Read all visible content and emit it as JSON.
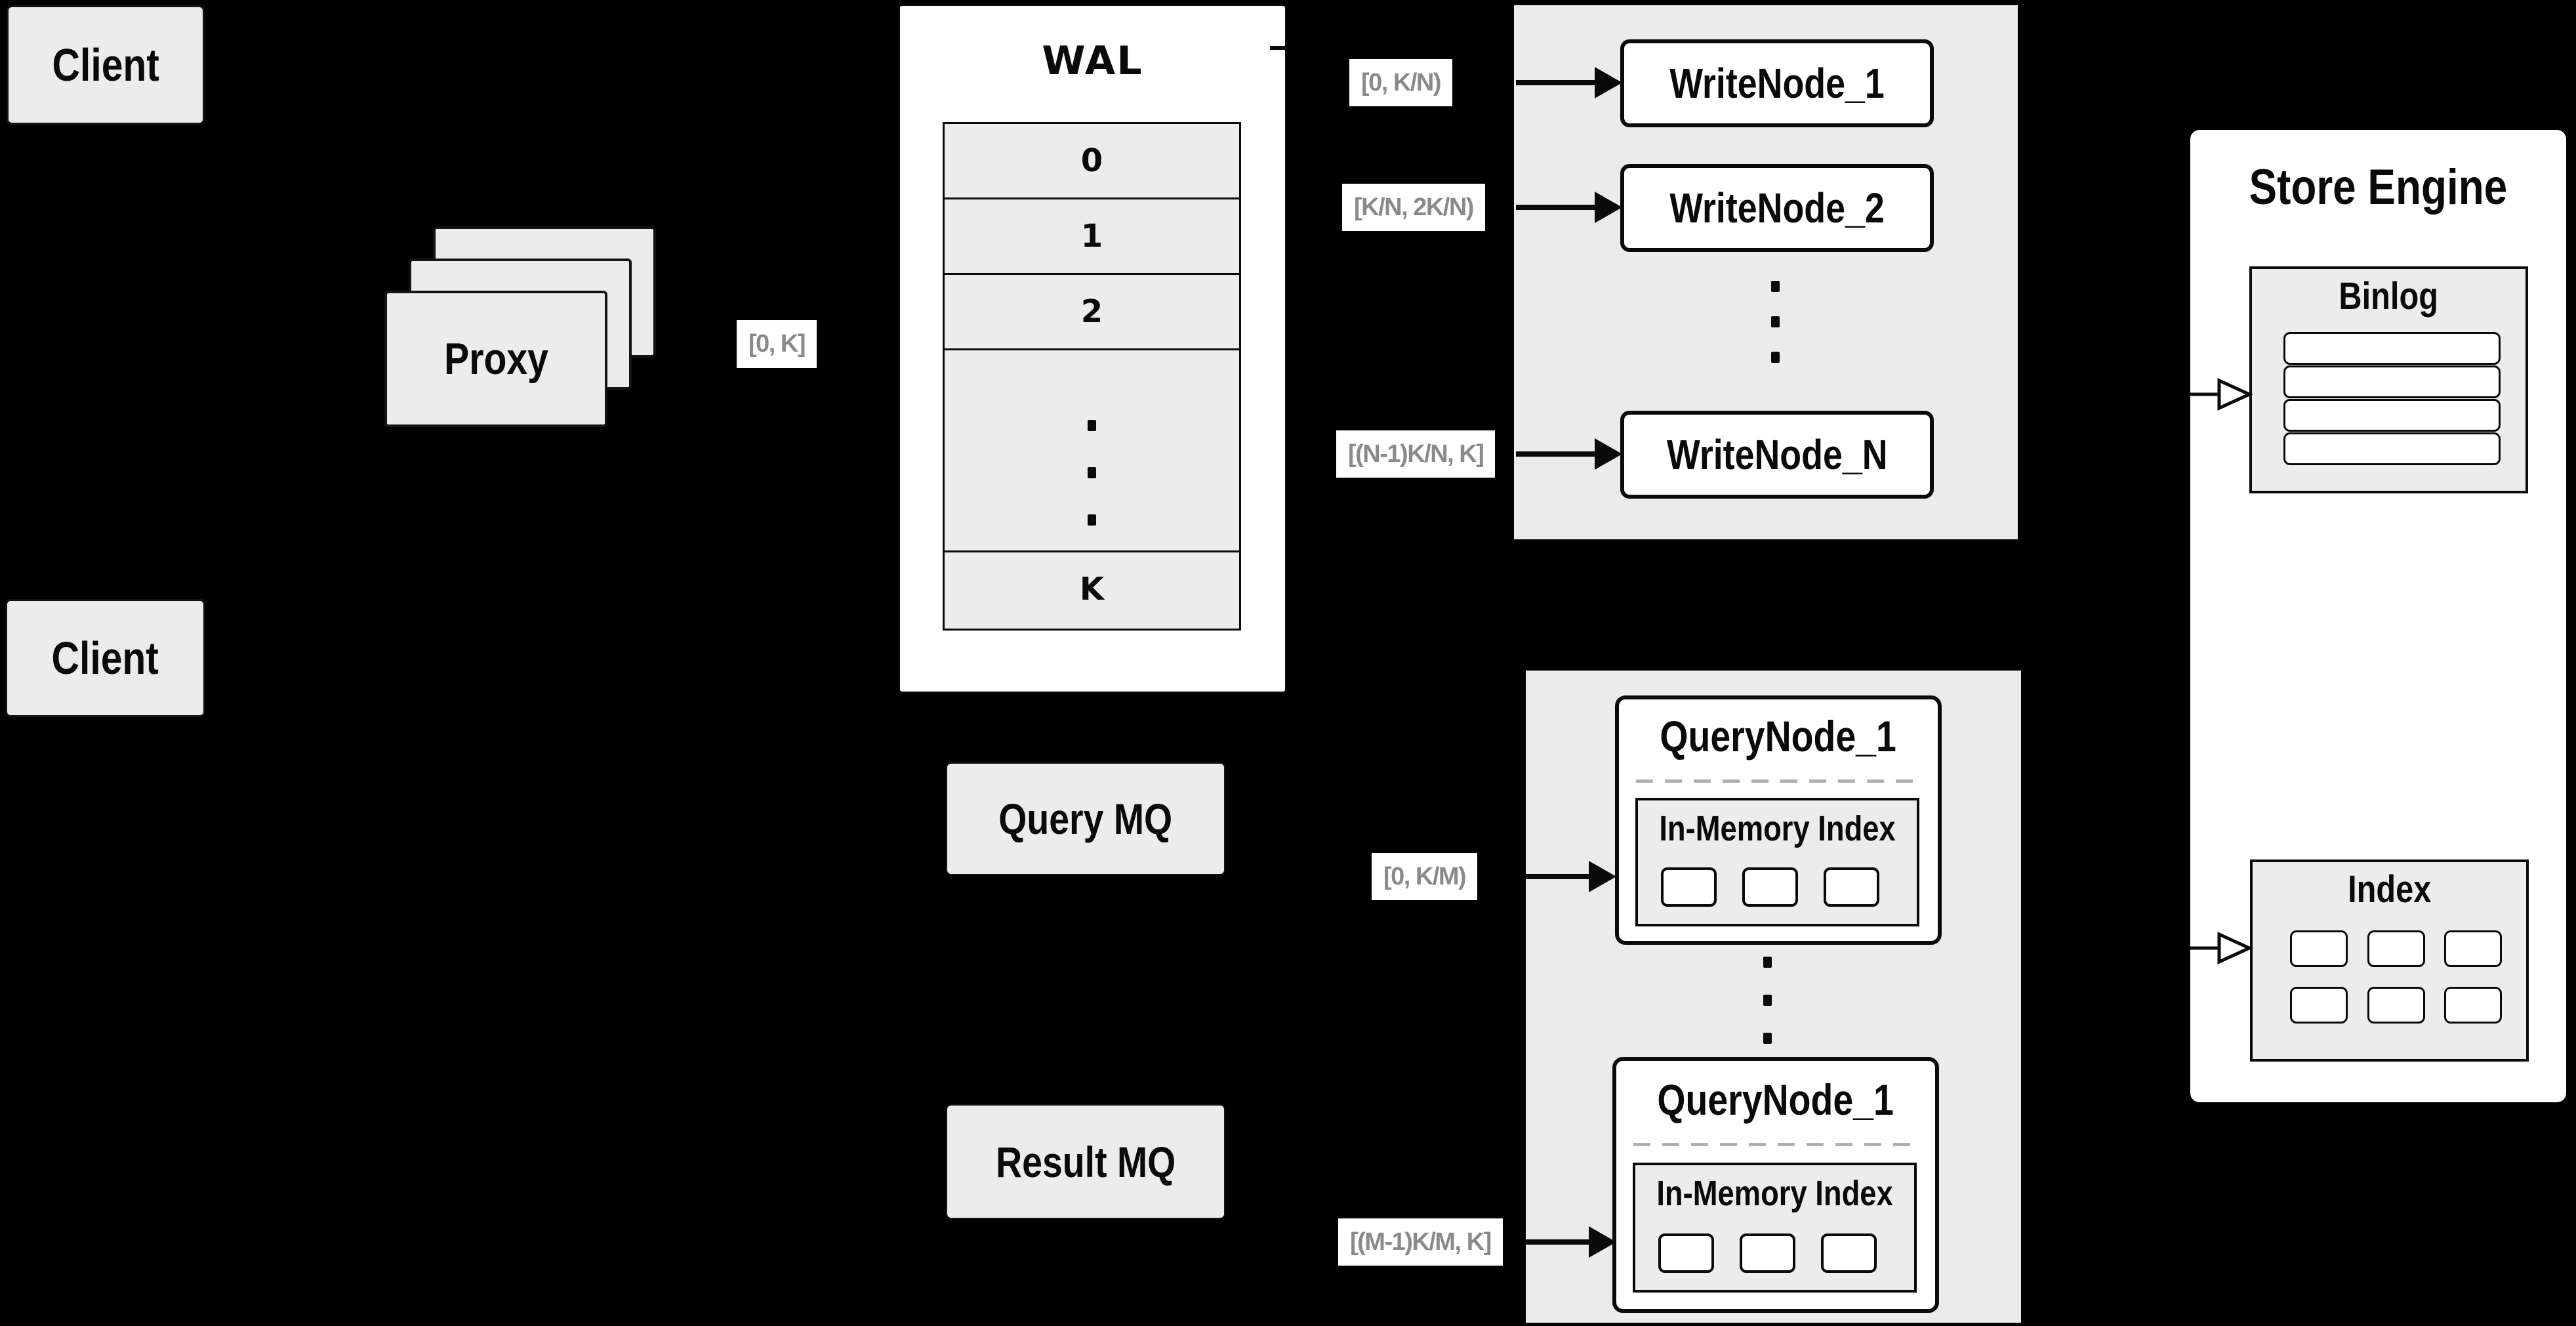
{
  "colors": {
    "background": "#000000",
    "panel_fill": "#ebebeb",
    "box_fill": "#ececec",
    "node_fill": "#ffffff",
    "border": "#0a0a0a",
    "range_label_text": "#8a8a8a",
    "dashed_separator": "#b0b0b0"
  },
  "clients": {
    "top": "Client",
    "bottom": "Client"
  },
  "proxy": {
    "label": "Proxy"
  },
  "ranges": {
    "proxy_out": "[0, K]",
    "write_1": "[0, K/N)",
    "write_2": "[K/N, 2K/N)",
    "write_n": "[(N-1)K/N, K]",
    "query_1": "[0, K/M)",
    "query_2": "[(M-1)K/M, K]"
  },
  "wal": {
    "title": "WAL",
    "rows": [
      "0",
      "1",
      "2"
    ],
    "last_row": "K"
  },
  "write_nodes": {
    "node_1": "WriteNode_1",
    "node_2": "WriteNode_2",
    "node_n": "WriteNode_N"
  },
  "mq": {
    "query": "Query MQ",
    "result": "Result MQ"
  },
  "query_nodes": {
    "node_1_title": "QueryNode_1",
    "node_1_inner": "In-Memory Index",
    "node_2_title": "QueryNode_1",
    "node_2_inner": "In-Memory Index"
  },
  "store_engine": {
    "title": "Store Engine",
    "binlog": "Binlog",
    "index": "Index"
  }
}
